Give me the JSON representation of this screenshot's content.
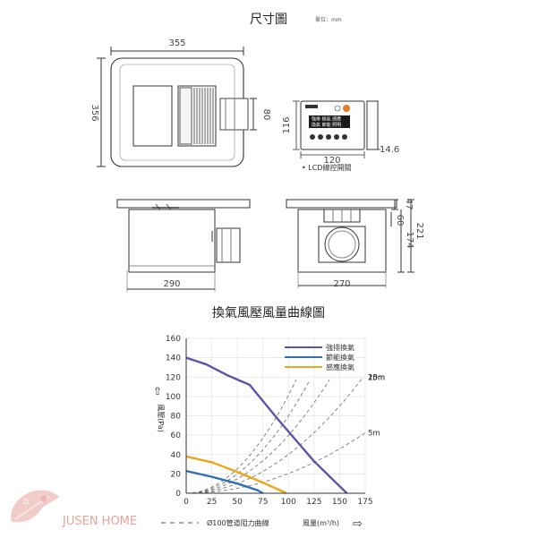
{
  "dimension_section": {
    "title": "尺寸圖",
    "unit_note": "單位：mm",
    "front_view": {
      "width": "355",
      "height": "356",
      "duct_depth": "80"
    },
    "controller": {
      "label": "• LCD線控開關",
      "width": "120",
      "height": "116",
      "depth": "14.6"
    },
    "side_view": {
      "length": "290"
    },
    "end_view": {
      "width": "270",
      "d_top": "47",
      "d_duct": "60",
      "d_body": "174",
      "d_total": "221"
    }
  },
  "chart_data": {
    "type": "line",
    "title": "換氣風壓風量曲線圖",
    "xlabel": "風量(m³/h)",
    "ylabel": "風壓(Pa)",
    "xlim": [
      0,
      175
    ],
    "ylim": [
      0,
      160
    ],
    "x_ticks": [
      "0",
      "25",
      "50",
      "75",
      "100",
      "125",
      "150",
      "175"
    ],
    "y_ticks": [
      "0",
      "20",
      "40",
      "60",
      "80",
      "100",
      "120",
      "140",
      "160"
    ],
    "grid": true,
    "legend": "top-right",
    "series": [
      {
        "name": "強排換氣",
        "color": "#5a55a5",
        "points": [
          [
            0,
            140
          ],
          [
            20,
            133
          ],
          [
            40,
            122
          ],
          [
            62,
            112
          ],
          [
            90,
            76
          ],
          [
            125,
            33
          ],
          [
            157,
            0
          ]
        ]
      },
      {
        "name": "節能換氣",
        "color": "#2f6fb5",
        "points": [
          [
            0,
            23
          ],
          [
            25,
            17
          ],
          [
            50,
            10
          ],
          [
            70,
            3
          ],
          [
            75,
            0
          ]
        ]
      },
      {
        "name": "感應換氣",
        "color": "#e8a81b",
        "points": [
          [
            0,
            38
          ],
          [
            25,
            32
          ],
          [
            50,
            22
          ],
          [
            75,
            11
          ],
          [
            98,
            0
          ]
        ]
      }
    ],
    "resistance_curves": {
      "label": "Ø100管道阻力曲線",
      "curves": [
        {
          "name": "5m",
          "k": 0.00204
        },
        {
          "name": "10m",
          "k": 0.00401
        },
        {
          "name": "15m",
          "k": 0.00598
        },
        {
          "name": "20m",
          "k": 0.00801
        },
        {
          "name": "25m",
          "k": 0.01014
        }
      ]
    },
    "arrow_x": "⇨",
    "arrow_y": "⇧"
  },
  "watermark": {
    "brand": "JUSEN HOME"
  },
  "colors": {
    "line": "#333333",
    "brand": "#e8a29a",
    "orange": "#e77b2a"
  },
  "controller_lcd": [
    "強排 換氣 感應",
    "換氣 節能 照明"
  ]
}
